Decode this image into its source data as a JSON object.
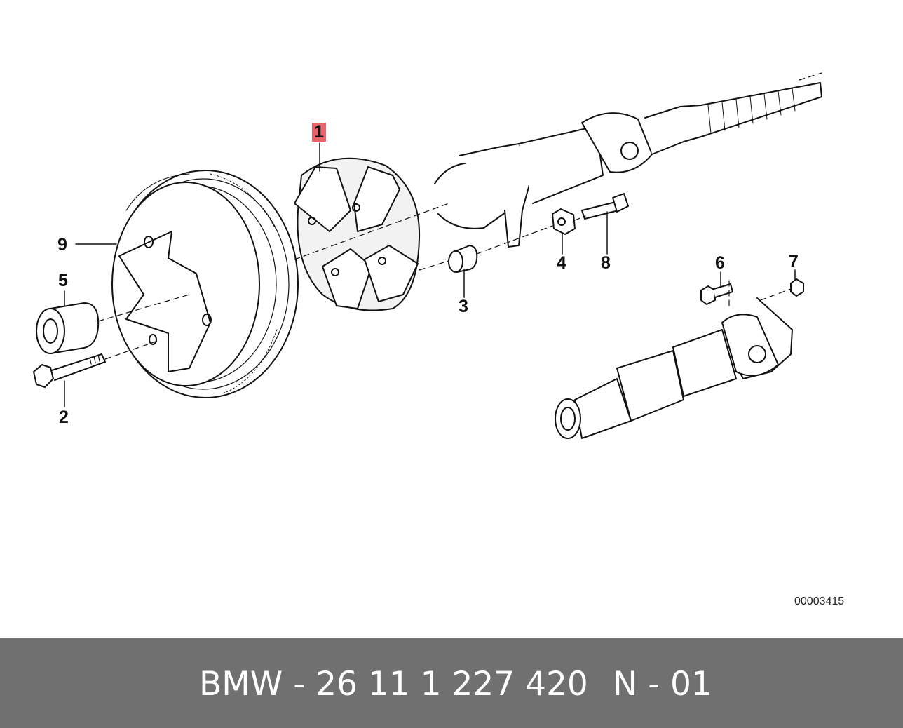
{
  "diagram": {
    "callouts": [
      "1",
      "2",
      "3",
      "4",
      "5",
      "6",
      "7",
      "8",
      "9"
    ],
    "highlighted_callout": "1",
    "highlight_color": "#e8646a",
    "diagram_id": "00003415"
  },
  "footer": {
    "part_number": "BMW - 26 11 1 227 420",
    "page_code": "N - 01",
    "background_color": "#707070"
  }
}
